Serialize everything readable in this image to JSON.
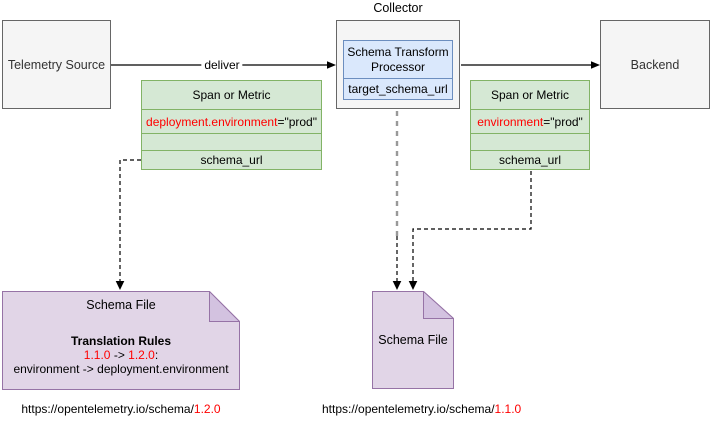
{
  "nodes": {
    "telemetry_source": {
      "label": "Telemetry Source"
    },
    "collector": {
      "label": "Collector"
    },
    "processor": {
      "title": "Schema Transform Processor",
      "field": "target_schema_url"
    },
    "backend": {
      "label": "Backend"
    },
    "span_or_metric_left": {
      "header": "Span or Metric",
      "attribute_key": "deployment.environment",
      "attribute_value": "=\"prod\"",
      "schema_field": "schema_url"
    },
    "span_or_metric_right": {
      "header": "Span or Metric",
      "attribute_key": "environment",
      "attribute_value": "=\"prod\"",
      "schema_field": "schema_url"
    },
    "schema_file_left": {
      "title": "Schema File",
      "rules_heading": "Translation Rules",
      "version_from": "1.1.0",
      "version_arrow": " -> ",
      "version_to": "1.2.0",
      "version_suffix": ":",
      "rule": "environment -> deployment.environment"
    },
    "schema_file_middle": {
      "title": "Schema File"
    }
  },
  "edges": {
    "deliver_label": "deliver"
  },
  "footer": {
    "url_left_base": "https://opentelemetry.io/schema/",
    "url_left_version": "1.2.0",
    "url_right_base": "https://opentelemetry.io/schema/",
    "url_right_version": "1.1.0"
  },
  "colors": {
    "green_fill": "#d5e8d4",
    "green_border": "#82b366",
    "blue_fill": "#dae8fc",
    "blue_border": "#6c8ebf",
    "purple_fill": "#e1d5e7",
    "purple_fold": "#d3c2e0",
    "purple_border": "#9673a6",
    "gray_fill": "#f5f5f5",
    "gray_border": "#666666",
    "red_text": "#ff0000",
    "gray_connector": "#999999"
  }
}
